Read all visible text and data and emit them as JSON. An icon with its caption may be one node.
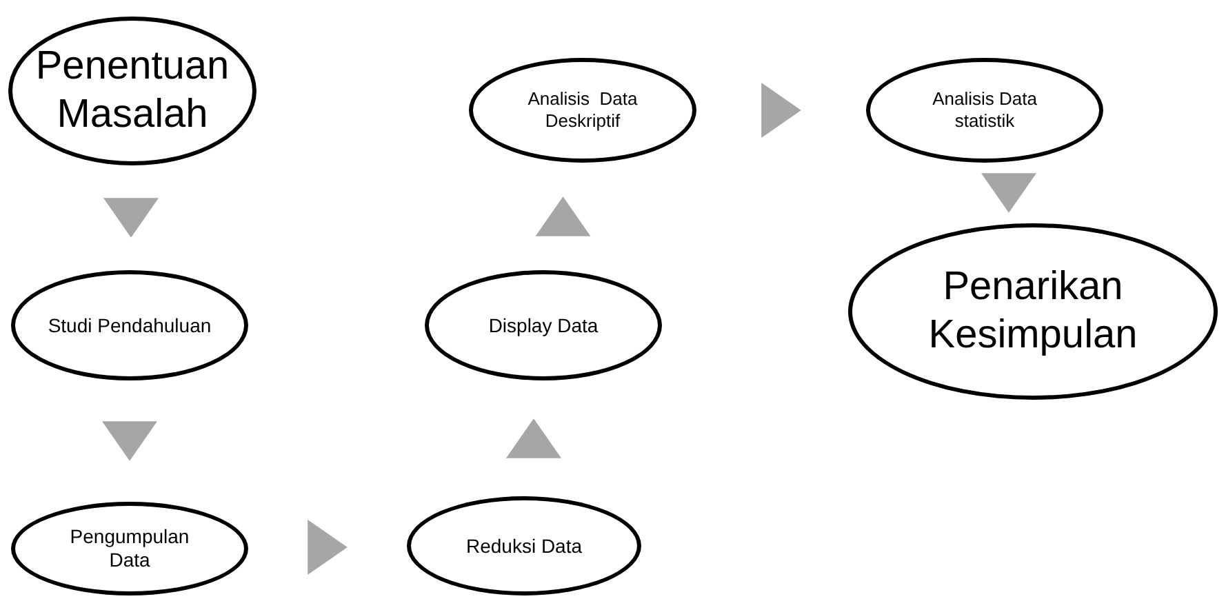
{
  "diagram": {
    "nodes": [
      {
        "text": [
          "Penentuan Masalah"
        ]
      },
      {
        "text": [
          "Studi Pendahuluan"
        ]
      },
      {
        "text": [
          "Pengumpulan Data"
        ]
      },
      {
        "text": [
          "Reduksi Data"
        ]
      },
      {
        "text": [
          "Display Data"
        ]
      },
      {
        "text": [
          "Analisis  Data Deskriptif"
        ]
      },
      {
        "text": [
          "Analisis Data statistik"
        ]
      },
      {
        "text": [
          "Penarikan Kesimpulan"
        ]
      }
    ],
    "edges": [
      {
        "from": 0,
        "to": 1,
        "arrow": "to"
      },
      {
        "from": 1,
        "to": 2,
        "arrow": "to"
      },
      {
        "from": 2,
        "to": 3,
        "arrow": "to"
      },
      {
        "from": 3,
        "to": 4,
        "arrow": "to"
      },
      {
        "from": 4,
        "to": 5,
        "arrow": "to"
      },
      {
        "from": 5,
        "to": 6,
        "arrow": "to"
      },
      {
        "from": 6,
        "to": 7,
        "arrow": "to"
      }
    ]
  }
}
